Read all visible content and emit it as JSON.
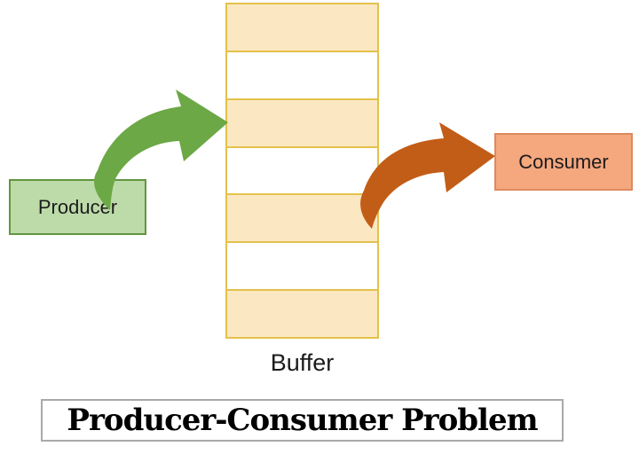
{
  "diagram": {
    "title": "Producer-Consumer Problem",
    "producer_label": "Producer",
    "consumer_label": "Consumer",
    "buffer_label": "Buffer",
    "buffer_cells": [
      "filled",
      "empty",
      "filled",
      "empty",
      "filled",
      "empty",
      "filled"
    ],
    "colors": {
      "producer-fill": "#BCDBA9",
      "producer-border": "#63953F",
      "consumer-fill": "#F5A77E",
      "consumer-border": "#DD8A5C",
      "buffer-cell-fill": "#FBE8C2",
      "buffer-border": "#E3C14B",
      "arrow-green": "#6CA845",
      "arrow-orange": "#C25D17",
      "title-border": "#A9A9A9",
      "text": "#1C1C1C"
    }
  }
}
